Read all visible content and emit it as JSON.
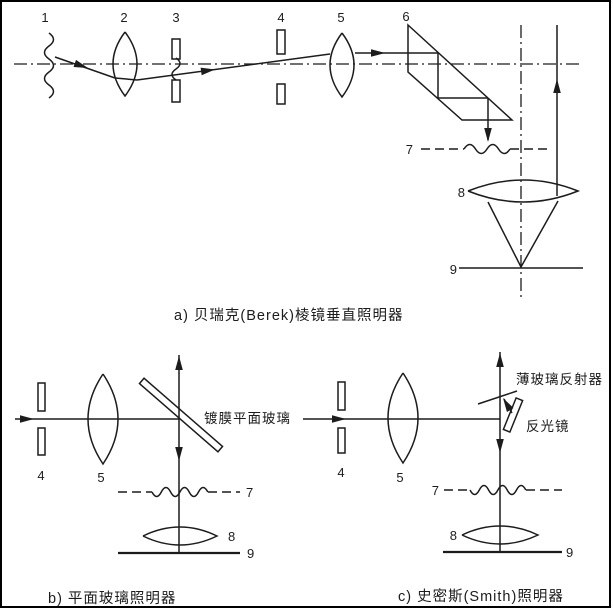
{
  "canvas": {
    "bg": "#ffffff",
    "ink": "#1c1c1c",
    "border": "#000000"
  },
  "a": {
    "caption": "a)  贝瑞克(Berek)棱镜垂直照明器",
    "n1": "1",
    "n2": "2",
    "n3": "3",
    "n4": "4",
    "n5": "5",
    "n6": "6",
    "n7": "7",
    "n8": "8",
    "n9": "9"
  },
  "b": {
    "caption": "b)  平面玻璃照明器",
    "glass_label": "镀膜平面玻璃",
    "n4": "4",
    "n5": "5",
    "n7": "7",
    "n8": "8",
    "n9": "9"
  },
  "c": {
    "caption": "c)  史密斯(Smith)照明器",
    "thin_glass_label": "薄玻璃反射器",
    "mirror_label": "反光镜",
    "n4": "4",
    "n5": "5",
    "n7": "7",
    "n8": "8",
    "n9": "9"
  }
}
